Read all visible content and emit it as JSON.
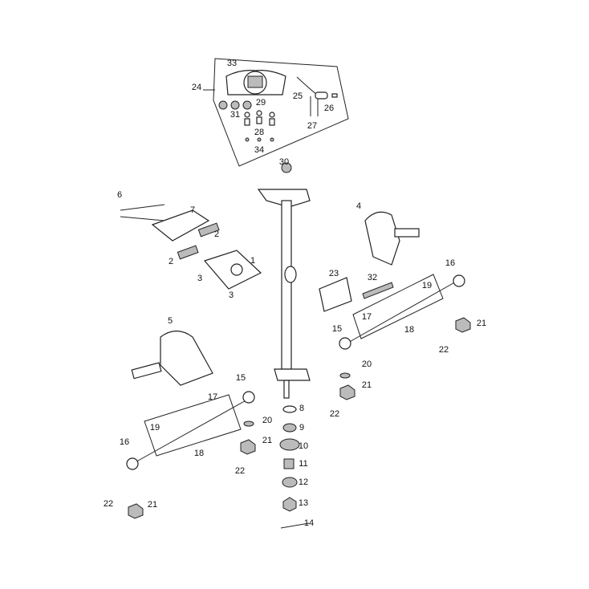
{
  "title": "Steering system exploded parts diagram",
  "callouts": [
    "33",
    "24",
    "31",
    "29",
    "28",
    "34",
    "25",
    "26",
    "27",
    "30",
    "6",
    "7",
    "2",
    "2",
    "1",
    "3",
    "3",
    "4",
    "23",
    "32",
    "16",
    "19",
    "18",
    "17",
    "15",
    "21",
    "22",
    "20",
    "21",
    "22",
    "5",
    "15",
    "17",
    "19",
    "18",
    "16",
    "20",
    "21",
    "22",
    "22",
    "21",
    "8",
    "9",
    "10",
    "11",
    "12",
    "13",
    "14"
  ]
}
